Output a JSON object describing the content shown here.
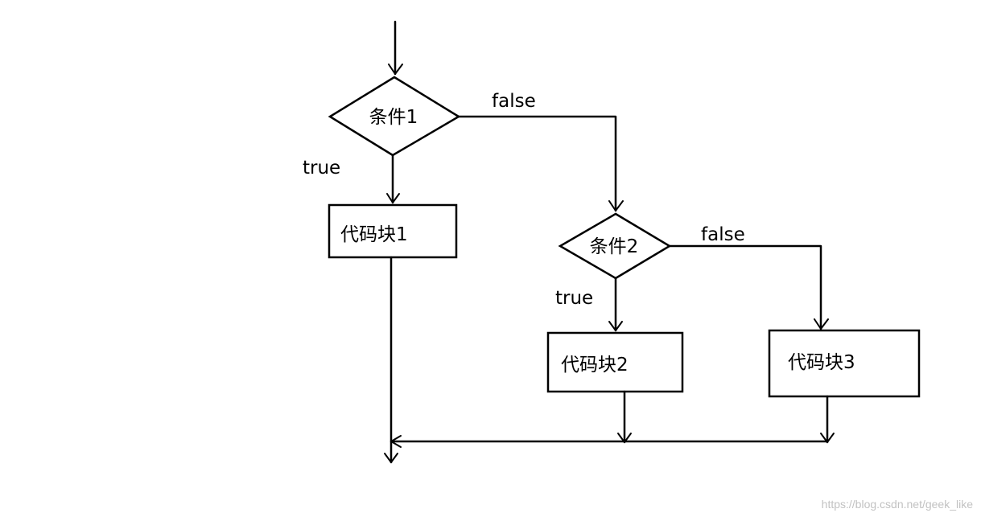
{
  "diagram": {
    "nodes": {
      "cond1": {
        "label": "条件1",
        "kind": "decision"
      },
      "block1": {
        "label": "代码块1",
        "kind": "process"
      },
      "cond2": {
        "label": "条件2",
        "kind": "decision"
      },
      "block2": {
        "label": "代码块2",
        "kind": "process"
      },
      "block3": {
        "label": "代码块3",
        "kind": "process"
      }
    },
    "edges": {
      "cond1_true": {
        "from": "cond1",
        "to": "block1",
        "label": "true"
      },
      "cond1_false": {
        "from": "cond1",
        "to": "cond2",
        "label": "false"
      },
      "cond2_true": {
        "from": "cond2",
        "to": "block2",
        "label": "true"
      },
      "cond2_false": {
        "from": "cond2",
        "to": "block3",
        "label": "false"
      }
    }
  },
  "watermark": "https://blog.csdn.net/geek_like"
}
